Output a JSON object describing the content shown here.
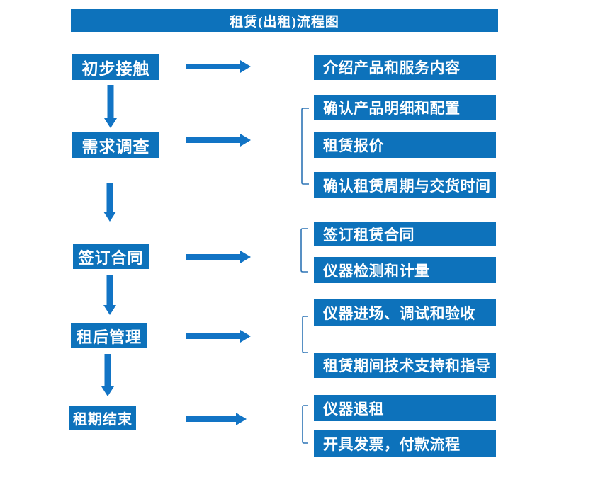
{
  "title": "租赁(出租)流程图",
  "colors": {
    "box_blue": "#0d72bb",
    "arrow_blue": "#1274c5",
    "bracket_blue": "#2e75b6",
    "text_white": "#ffffff"
  },
  "steps": [
    {
      "label": "初步接触",
      "details": [
        "介绍产品和服务内容"
      ]
    },
    {
      "label": "需求调查",
      "details": [
        "确认产品明细和配置",
        "租赁报价",
        "确认租赁周期与交货时间"
      ]
    },
    {
      "label": "签订合同",
      "details": [
        "签订租赁合同",
        "仪器检测和计量"
      ]
    },
    {
      "label": "租后管理",
      "details": [
        "仪器进场、调试和验收",
        "租赁期间技术支持和指导"
      ]
    },
    {
      "label": "租期结束",
      "details": [
        "仪器退租",
        "开具发票，付款流程"
      ]
    }
  ]
}
